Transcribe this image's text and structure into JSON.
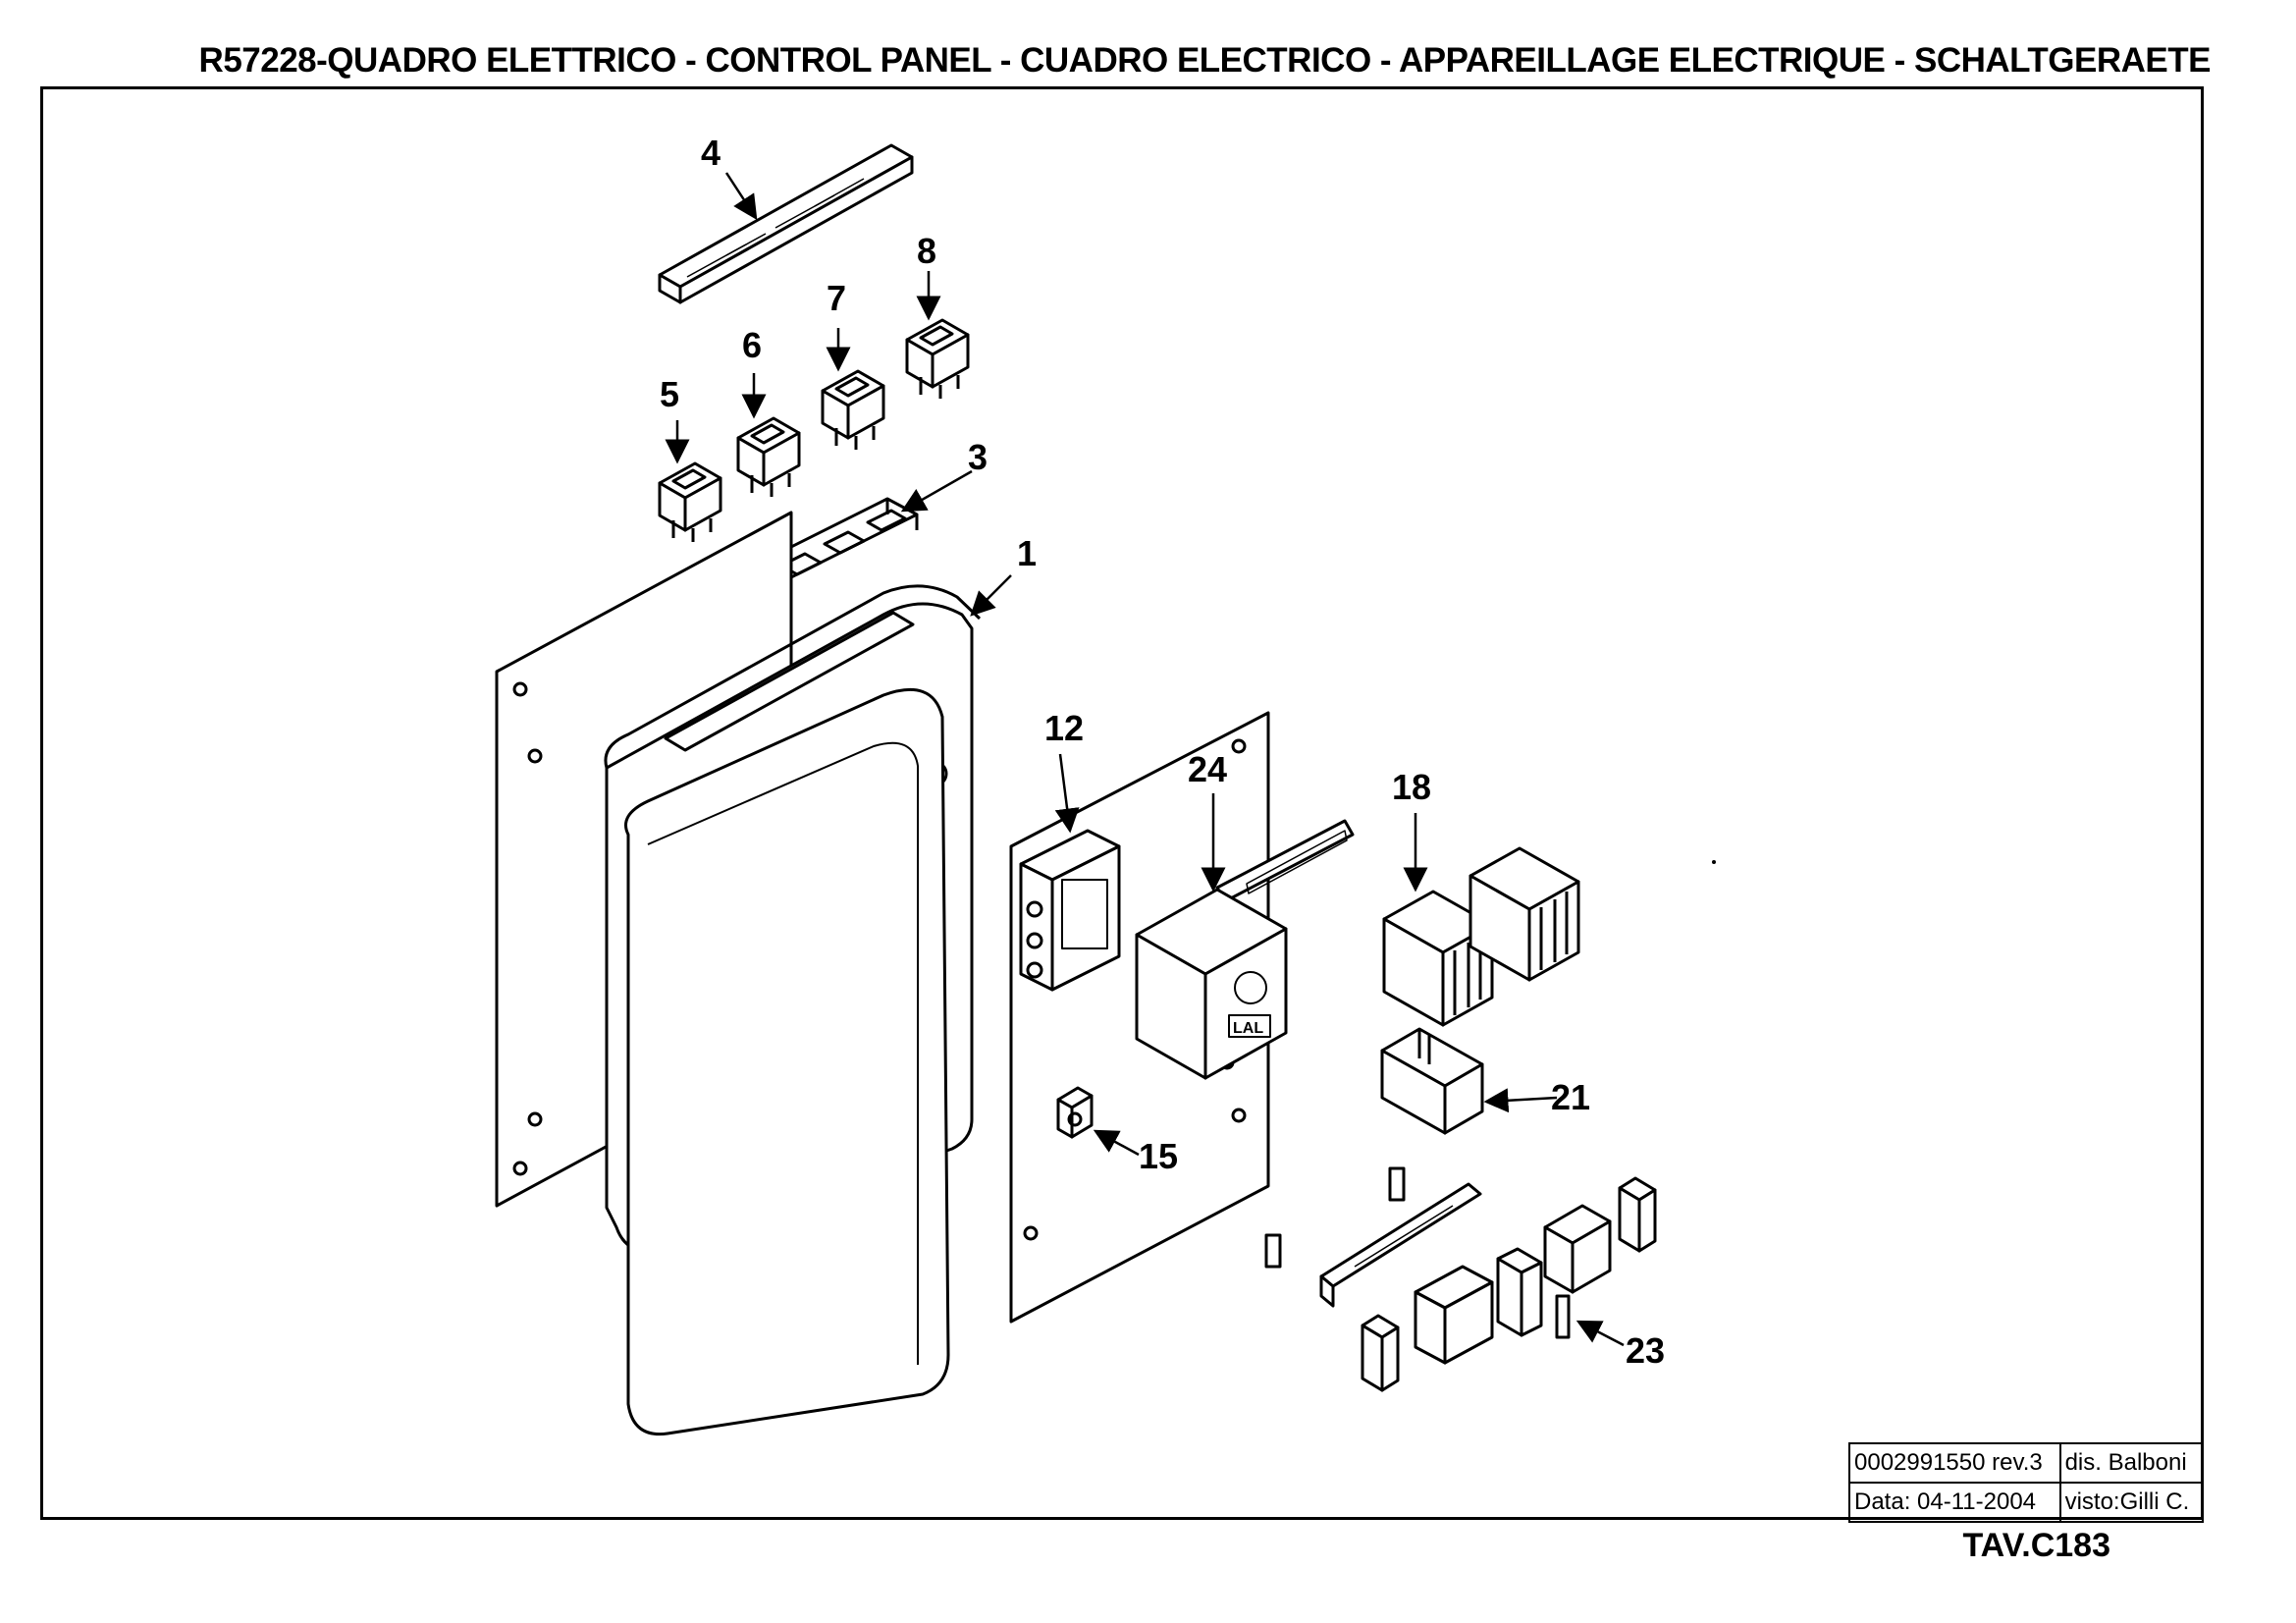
{
  "header": {
    "title": "R57228-QUADRO ELETTRICO - CONTROL PANEL - CUADRO ELECTRICO - APPAREILLAGE ELECTRIQUE - SCHALTGERAETE"
  },
  "callouts": {
    "c1": "1",
    "c3": "3",
    "c4": "4",
    "c5": "5",
    "c6": "6",
    "c7": "7",
    "c8": "8",
    "c12": "12",
    "c15": "15",
    "c18": "18",
    "c21": "21",
    "c23": "23",
    "c24": "24"
  },
  "device_label": "LAL",
  "title_block": {
    "doc_number": "0002991550 rev.3",
    "drawn_by": "dis. Balboni",
    "date": "Data: 04-11-2004",
    "checked_by": "visto:Gilli C."
  },
  "sheet": "TAV.C183"
}
